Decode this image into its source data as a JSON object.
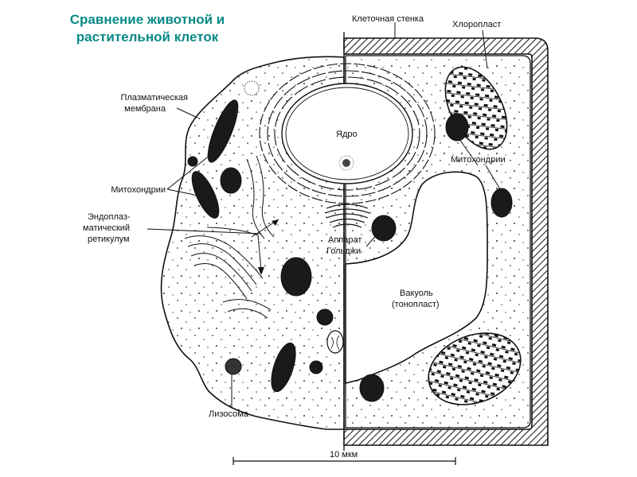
{
  "title": {
    "line1": "Сравнение животной и",
    "line2": "растительной клеток"
  },
  "labels": {
    "cell_wall": "Клеточная  стенка",
    "chloroplast": "Хлоропласт",
    "plasma_membrane_1": "Плазматическая",
    "plasma_membrane_2": "мембрана",
    "nucleus": "Ядро",
    "mitochondria_left": "Митохондрии",
    "mitochondria_right": "Митохондрии",
    "er_1": "Эндоплаз-",
    "er_2": "матический",
    "er_3": "ретикулум",
    "golgi_1": "Аппарат",
    "golgi_2": "Гольджи",
    "vacuole_1": "Вакуоль",
    "vacuole_2": "(тонопласт)",
    "lysosome": "Лизосома"
  },
  "scale_bar": {
    "label": "10 мкм"
  },
  "colors": {
    "title": "#0a8a86",
    "ink": "#111111"
  }
}
